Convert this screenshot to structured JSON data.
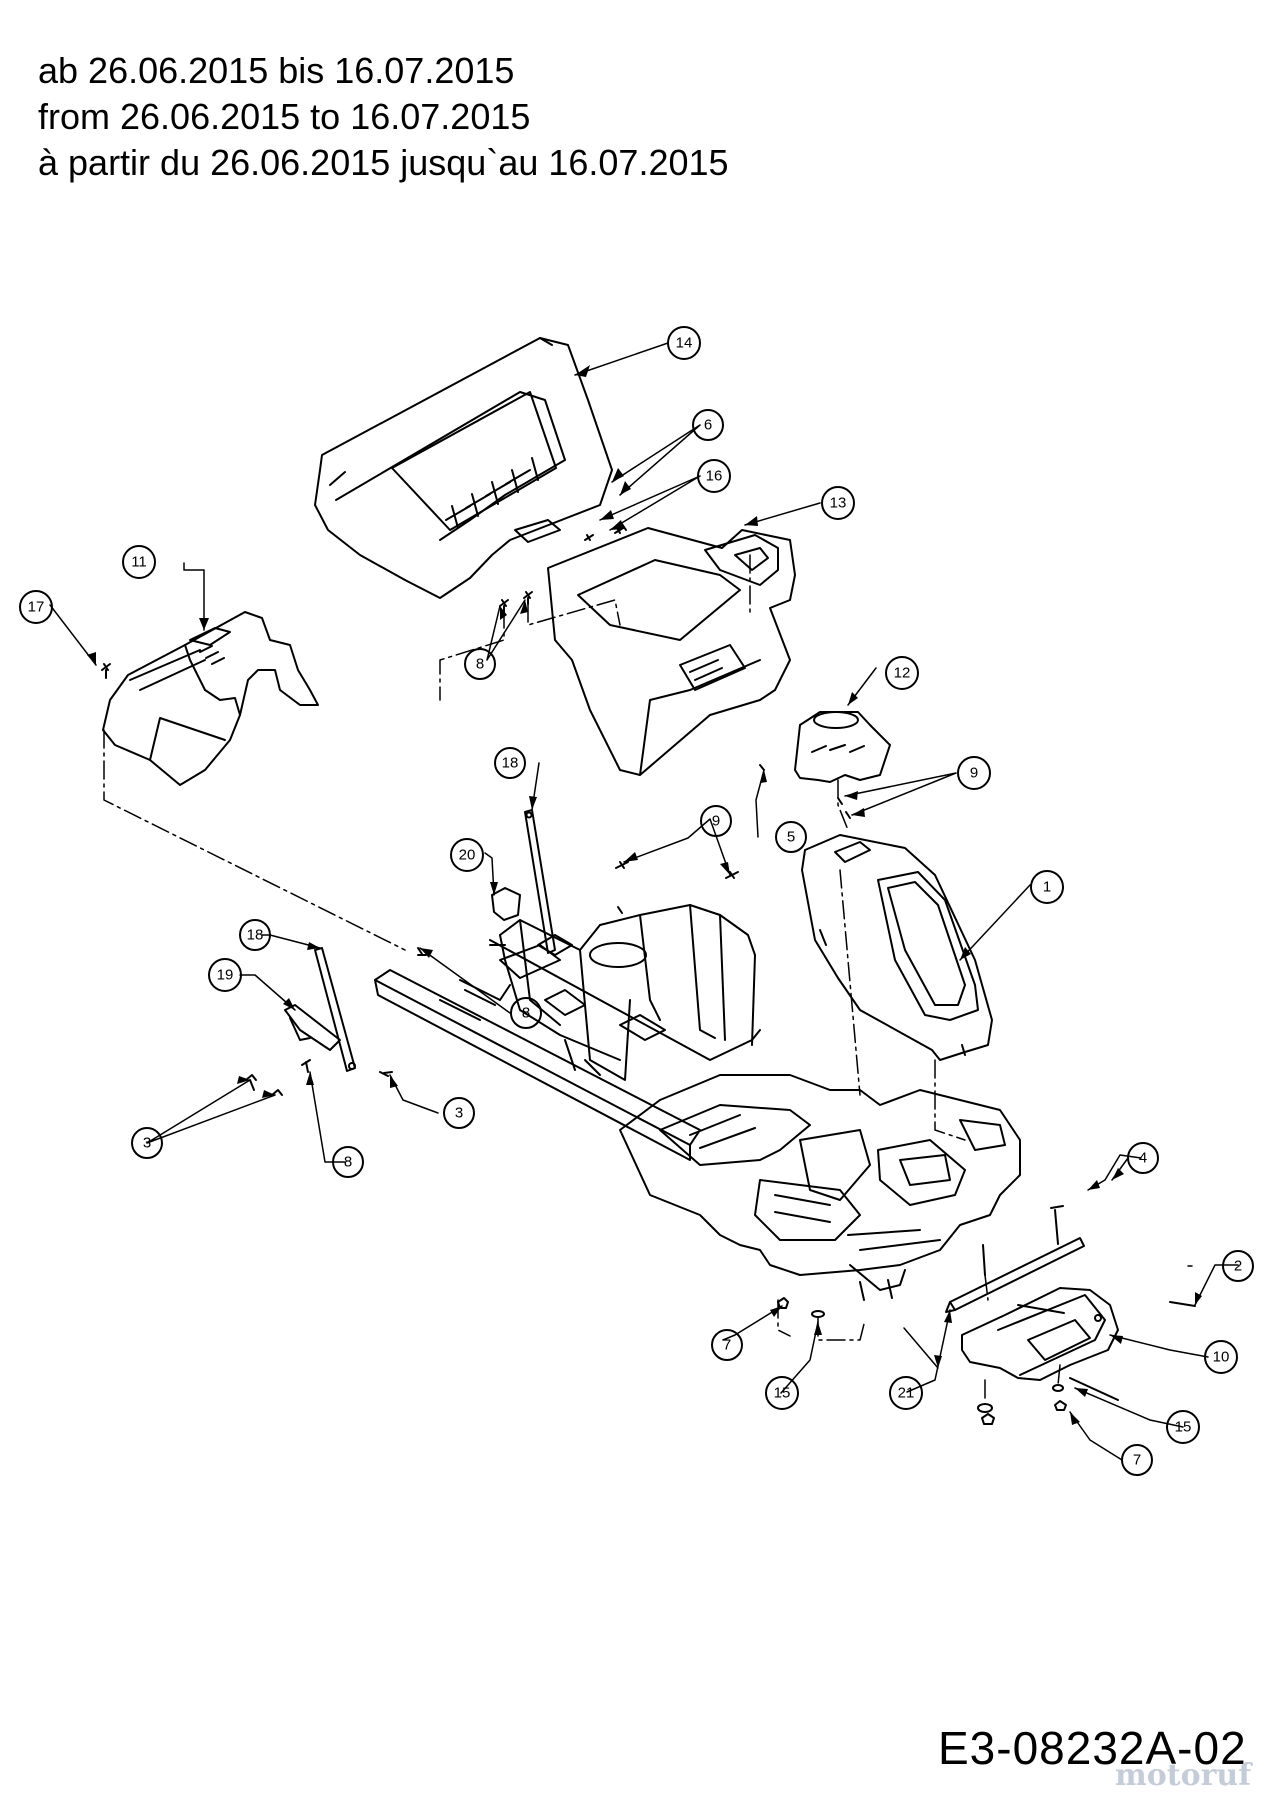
{
  "header": {
    "line_de": "ab 26.06.2015 bis 16.07.2015",
    "line_en": "from 26.06.2015 to 16.07.2015",
    "line_fr": "à partir du 26.06.2015 jusqu`au 16.07.2015"
  },
  "diagram_code": "E3-08232A-02",
  "watermark": "motoruf",
  "callouts": {
    "c1": "1",
    "c2": "2",
    "c3a": "3",
    "c3b": "3",
    "c4": "4",
    "c5": "5",
    "c6": "6",
    "c7a": "7",
    "c7b": "7",
    "c8a": "8",
    "c8b": "8",
    "c8c": "8",
    "c9a": "9",
    "c9b": "9",
    "c10": "10",
    "c11": "11",
    "c12": "12",
    "c13": "13",
    "c14": "14",
    "c15a": "15",
    "c15b": "15",
    "c16": "16",
    "c17": "17",
    "c18a": "18",
    "c18b": "18",
    "c19": "19",
    "c20": "20",
    "c21": "21"
  },
  "colors": {
    "line": "#000000",
    "watermark": "#c4ccd8"
  }
}
